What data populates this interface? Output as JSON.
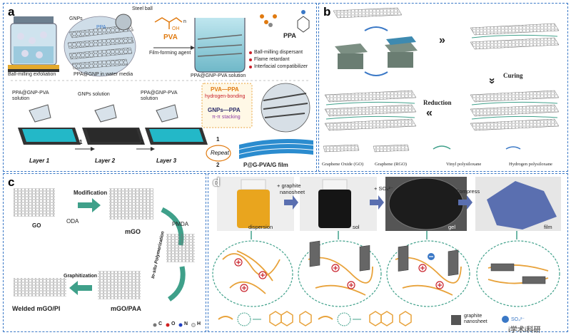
{
  "panel_a": {
    "label": "a",
    "gnps": "GNPs",
    "ppa_small": "PPA",
    "steel_ball": "Steel ball",
    "ball_milling_exfoliation": "Ball-milling exfoliation",
    "ppa_gnp_water": "PPA@GNP in water media",
    "pva": "PVA",
    "film_forming_agent": "Film-forming agent",
    "oh": "OH",
    "n": "n",
    "ppa_gnp_pva_solution": "PPA@GNP-PVA solution",
    "ppa_bold": "PPA",
    "bullets": [
      "Ball-milling dispersant",
      "Flame retardant",
      "Interfacial compatibilizer"
    ],
    "sol1": "PPA@GNP-PVA solution",
    "sol2": "GNPs solution",
    "sol3": "PPA@GNP-PVA solution",
    "layer1": "Layer 1",
    "layer2": "Layer 2",
    "layer3": "Layer 3",
    "step1": "1",
    "step2": "2",
    "inter1_title": "PVA—PPA",
    "inter1_sub": "hydrogen-bonding",
    "inter2_title": "GNPs—PPA",
    "inter2_sub": "π-π stacking",
    "repeat": "Repeat",
    "r1": "1",
    "r2": "2",
    "film": "P@G-PVA/G film"
  },
  "panel_b": {
    "label": "b",
    "curing": "Curing",
    "reduction": "Reduction",
    "legend": [
      "Graphene Oxide (GO)",
      "Graphene (RGO)",
      "Vinyl polysiloxane",
      "Hydrogen polysiloxane"
    ]
  },
  "panel_c": {
    "label": "c",
    "modification": "Modification",
    "go": "GO",
    "oda": "ODA",
    "mgo": "mGO",
    "pmda": "PMDA",
    "in_situ": "In-situ Polymerization",
    "graphitization": "Graphitization",
    "welded": "Welded mGO/PI",
    "mgo_paa": "mGO/PAA",
    "atoms": [
      "C",
      "O",
      "N",
      "H"
    ]
  },
  "panel_d": {
    "label": "d",
    "plus_graphite": "+ graphite",
    "nanosheet": "nanosheet",
    "so4": "+ SO₄²⁻",
    "compress": "Compress",
    "dispersion": "dispersion",
    "sol": "sol",
    "gel": "gel",
    "film": "film",
    "graphite_nanosheet": "graphite nanosheet",
    "so4_legend": "SO₄²⁻",
    "watermark": "i学术i科研"
  },
  "colors": {
    "border": "#3a78c6",
    "accent_green": "#3fa08a",
    "orange_chain": "#e8a23a",
    "red_plus": "#c8202a",
    "film_blue": "#5a6fb0",
    "pva_orange": "#e07a10"
  }
}
